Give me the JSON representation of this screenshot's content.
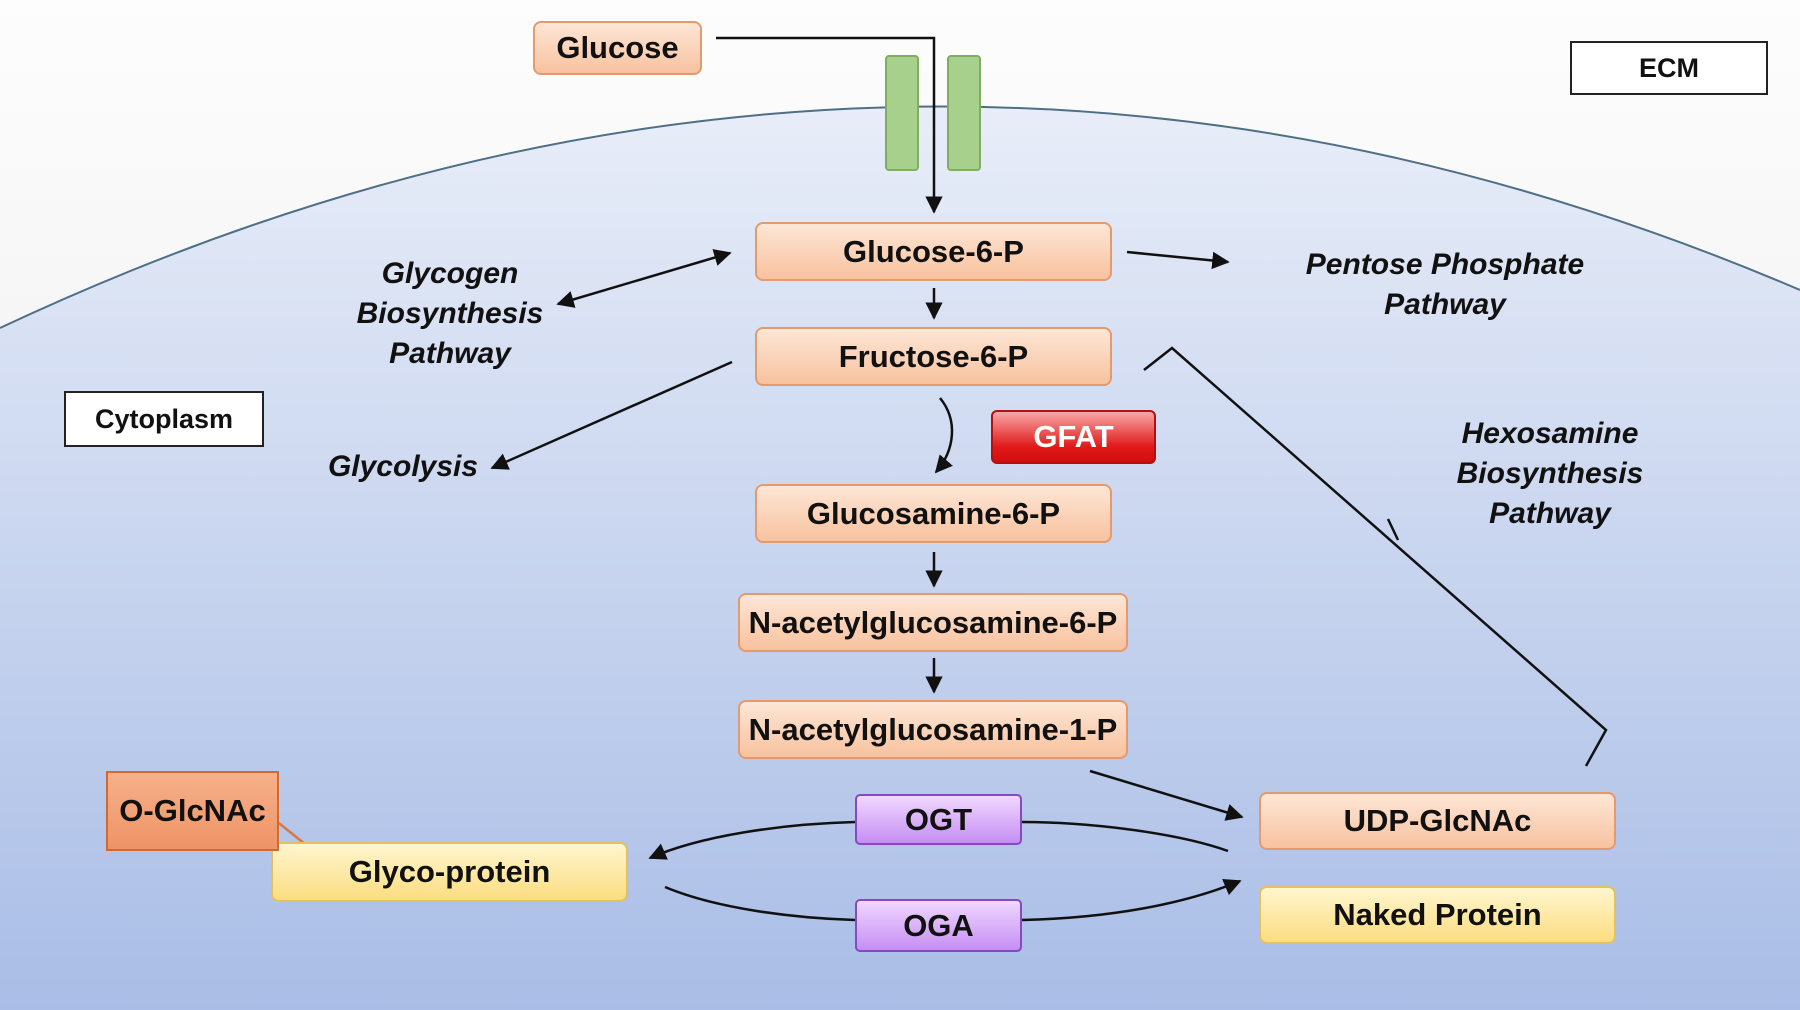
{
  "compartments": {
    "ecm": "ECM",
    "cytoplasm": "Cytoplasm"
  },
  "metabolites": {
    "glucose": "Glucose",
    "g6p": "Glucose-6-P",
    "f6p": "Fructose-6-P",
    "gln6p": "Glucosamine-6-P",
    "glcnac6p": "N-acetylglucosamine-6-P",
    "glcnac1p": "N-acetylglucosamine-1-P",
    "udp_glcnac": "UDP-GlcNAc"
  },
  "enzymes": {
    "gfat": "GFAT",
    "ogt": "OGT",
    "oga": "OGA"
  },
  "proteins": {
    "glyco": "Glyco-protein",
    "naked": "Naked Protein",
    "o_glcnac": "O-GlcNAc"
  },
  "pathways": {
    "glycogen": [
      "Glycogen",
      "Biosynthesis",
      "Pathway"
    ],
    "pentose": [
      "Pentose Phosphate",
      "Pathway"
    ],
    "glycolysis": "Glycolysis",
    "hexosamine": [
      "Hexosamine",
      "Biosynthesis",
      "Pathway"
    ]
  },
  "colors": {
    "ecm_background": "#f6f6f6",
    "cytoplasm_top": "#e3e9f7",
    "cytoplasm_bottom": "#a9bde6",
    "membrane": "#4f6f86",
    "transporter": "#a8d08d",
    "metabolite_fill": "#f8c29f",
    "protein_fill": "#fbdd80",
    "gfat_fill": "#e11818",
    "ogt_oga_fill": "#c58ef3"
  }
}
